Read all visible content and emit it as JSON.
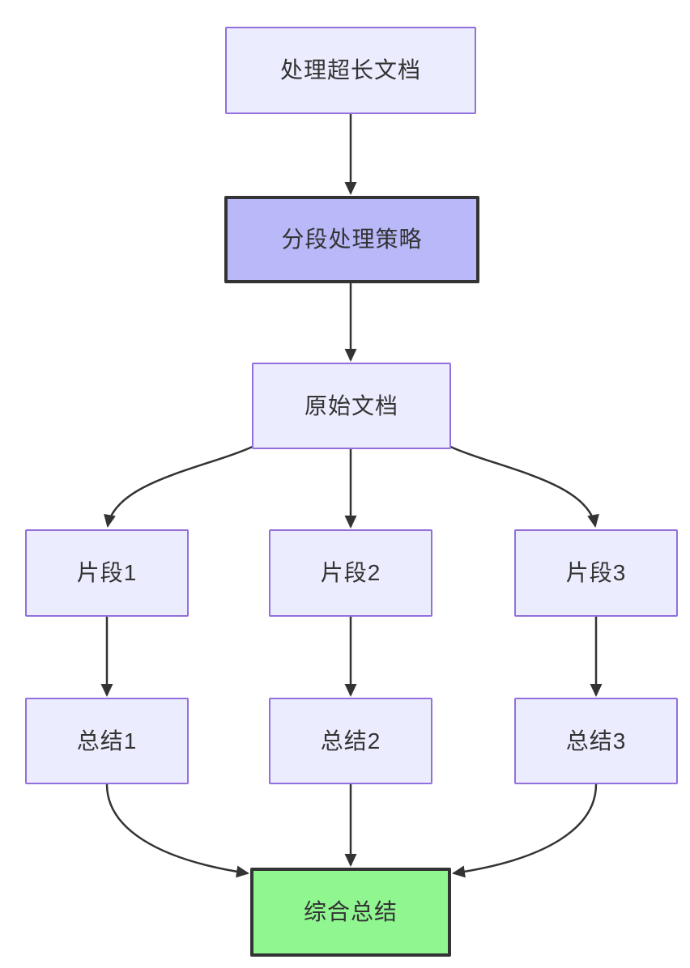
{
  "diagram": {
    "type": "flowchart-top-down",
    "nodes": {
      "root": {
        "label": "处理超长文档"
      },
      "strategy": {
        "label": "分段处理策略"
      },
      "original": {
        "label": "原始文档"
      },
      "frag1": {
        "label": "片段1"
      },
      "frag2": {
        "label": "片段2"
      },
      "frag3": {
        "label": "片段3"
      },
      "sum1": {
        "label": "总结1"
      },
      "sum2": {
        "label": "总结2"
      },
      "sum3": {
        "label": "总结3"
      },
      "final": {
        "label": "综合总结"
      }
    },
    "edges": [
      {
        "from": "root",
        "to": "strategy"
      },
      {
        "from": "strategy",
        "to": "original"
      },
      {
        "from": "original",
        "to": "frag1"
      },
      {
        "from": "original",
        "to": "frag2"
      },
      {
        "from": "original",
        "to": "frag3"
      },
      {
        "from": "frag1",
        "to": "sum1"
      },
      {
        "from": "frag2",
        "to": "sum2"
      },
      {
        "from": "frag3",
        "to": "sum3"
      },
      {
        "from": "sum1",
        "to": "final"
      },
      {
        "from": "sum2",
        "to": "final"
      },
      {
        "from": "sum3",
        "to": "final"
      }
    ],
    "colors": {
      "background": "#ffffff",
      "node_fill": "#ececff",
      "node_border": "#9370db",
      "highlight_fill": "#b9b9fa",
      "final_fill": "#90f690",
      "emphasis_border": "#333333",
      "edge_color": "#333333",
      "text_color": "#333333"
    }
  }
}
